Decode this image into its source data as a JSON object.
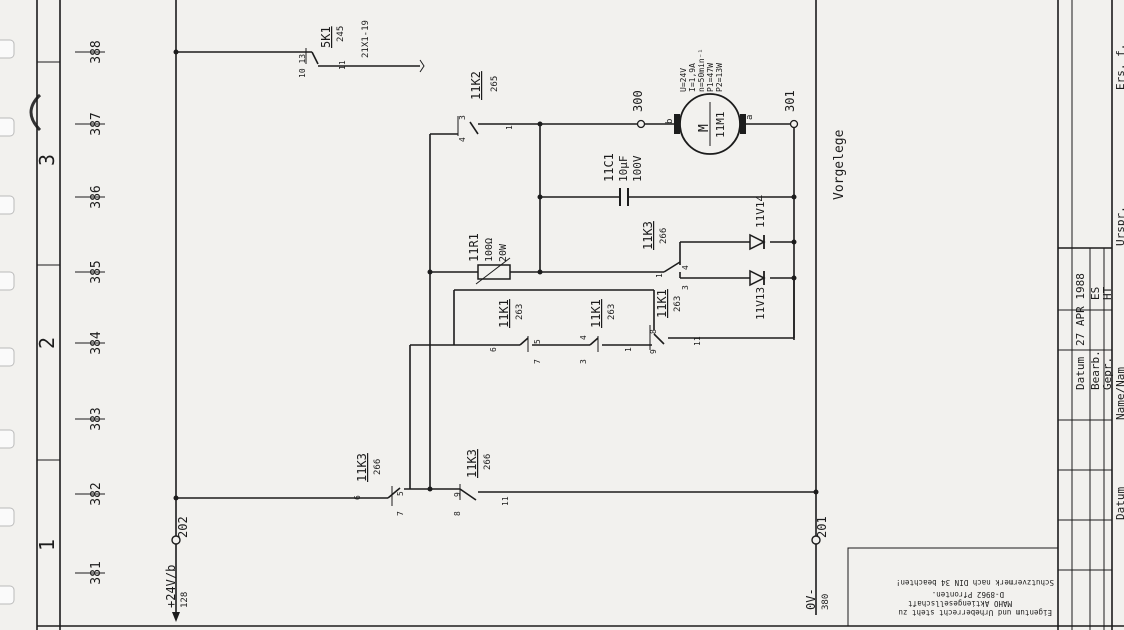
{
  "sheet": {
    "columns": [
      "381",
      "382",
      "383",
      "384",
      "385",
      "386",
      "387",
      "388"
    ],
    "zones": [
      "1",
      "2",
      "3"
    ]
  },
  "supply": {
    "plus_label": "+24V/b",
    "plus_ref": "128",
    "zero_label": "0V-",
    "zero_ref": "380",
    "term_202": "202",
    "term_201": "201",
    "term_300": "300",
    "term_301": "301"
  },
  "contacts": {
    "k5k1": {
      "name": "5K1",
      "ref": "245",
      "pin_a": "10 13",
      "pin_b": "11",
      "wire": "21X1-19"
    },
    "k11k2": {
      "name": "11K2",
      "ref": "265",
      "pin_a": "4",
      "pin_b": "3",
      "pin_c": "1"
    },
    "k11k3_a": {
      "name": "11K3",
      "ref": "266",
      "pin_a": "6",
      "pin_b": "7",
      "pin_c": "5"
    },
    "k11k3_b": {
      "name": "11K3",
      "ref": "266",
      "pin_a": "9",
      "pin_b": "8",
      "pin_c": "11"
    },
    "k11k3_c": {
      "name": "11K3",
      "ref": "266",
      "pin_a": "1",
      "pin_b": "4"
    },
    "k11k1_a": {
      "name": "11K1",
      "ref": "263",
      "pin_a": "6",
      "pin_b": "7",
      "pin_c": "5"
    },
    "k11k1_b": {
      "name": "11K1",
      "ref": "263",
      "pin_a": "4",
      "pin_b": "3",
      "pin_c": "1"
    },
    "k11k1_c": {
      "name": "11K1",
      "ref": "263",
      "pin_a": "3",
      "pin_b": "8",
      "pin_c": "9",
      "pin_d": "11"
    }
  },
  "components": {
    "resistor": {
      "name": "11R1",
      "value": "100Ω",
      "power": "20W"
    },
    "capacitor": {
      "name": "11C1",
      "value": "10µF",
      "voltage": "100V"
    },
    "diode_a": {
      "name": "11V14"
    },
    "diode_b": {
      "name": "11V13"
    },
    "motor": {
      "symbol": "M",
      "name": "11M1",
      "pin_b": "b",
      "pin_a": "a",
      "specs": [
        "U=24V",
        "I=1,9A",
        "n=50min⁻¹",
        "P1=47W",
        "P2=13W"
      ]
    },
    "vorgelege": "Vorgelege"
  },
  "title_block": {
    "datum_label": "Datum",
    "datum_value": "27 APR 1988",
    "bearb_label": "Bearb.",
    "bearb_value": "ES",
    "gepr_label": "Gepr.",
    "gepr_value": "HT",
    "name_label": "Name/Nam",
    "datum_col": "Datum",
    "urspr": "Urspr.",
    "ers": "Ers. f.",
    "copyright": [
      "Eigentum und Urheberrecht steht zu",
      "MAHO Aktiengesellschaft",
      "D-8962 Pfronten.",
      "Schutzvermerk nach DIN 34 beachten!"
    ]
  }
}
